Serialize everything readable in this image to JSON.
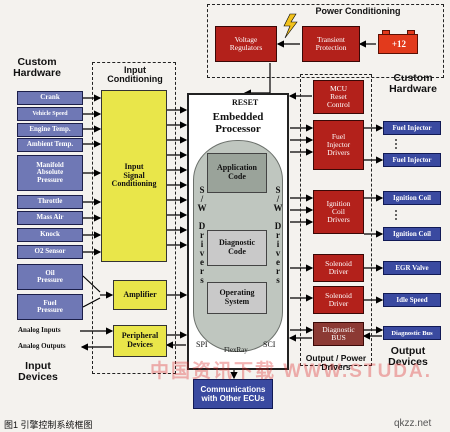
{
  "sections": {
    "power_conditioning": "Power Conditioning",
    "custom_hardware_left": "Custom\nHardware",
    "input_conditioning": "Input\nConditioning",
    "custom_hardware_right": "Custom\nHardware",
    "input_devices": "Input\nDevices",
    "output_devices": "Output\nDevices",
    "output_power_drivers": "Output / Power\nDrivers"
  },
  "power": {
    "voltage_regulators": "Voltage\nRegulators",
    "transient_protection": "Transient\nProtection",
    "battery": "+12"
  },
  "inputs": [
    "Crank",
    "Vehicle Speed",
    "Engine Temp.",
    "Ambient Temp.",
    "Manifold\nAbsolute\nPressure",
    "Throttle",
    "Mass Air",
    "Knock",
    "O2 Sensor"
  ],
  "pressure_inputs": [
    "Oil\nPressure",
    "Fuel\nPressure"
  ],
  "analog": {
    "inputs": "Analog Inputs",
    "outputs": "Analog Outputs"
  },
  "conditioning": {
    "input_signal": "Input\nSignal\nConditioning",
    "amplifier": "Amplifier",
    "peripheral": "Peripheral\nDevices"
  },
  "processor": {
    "reset": "RESET",
    "title": "Embedded\nProcessor",
    "sw_drivers_left": "S/W Drivers",
    "sw_drivers_right": "S/W Drivers",
    "application_code": "Application\nCode",
    "diagnostic_code": "Diagnostic\nCode",
    "operating_system": "Operating\nSystem",
    "spi": "SPI",
    "flexray": "FlexRay",
    "sci": "SCI"
  },
  "drivers": {
    "mcu_reset": "MCU\nReset\nControl",
    "fuel_injector": "Fuel\nInjector\nDrivers",
    "ignition_coil": "Ignition\nCoil\nDrivers",
    "solenoid1": "Solenoid\nDriver",
    "solenoid2": "Solenoid\nDriver",
    "diagnostic_bus": "Diagnostic\nBUS"
  },
  "outputs": {
    "fuel_injector_1": "Fuel Injector",
    "fuel_injector_2": "Fuel Injector",
    "ignition_coil_1": "Ignition Coil",
    "ignition_coil_2": "Ignition Coil",
    "egr_valve": "EGR Valve",
    "idle_speed": "Idle Speed",
    "diagnostic_bus": "Diagnostic Bus"
  },
  "communications": "Communications\nwith Other ECUs",
  "caption": "图1 引擎控制系统框图",
  "watermark": "中国资讯下载 WWW.STUDA.",
  "site": "qkzz.net",
  "colors": {
    "blue_in": "#6f78b5",
    "blue_out": "#3a4aa0",
    "red": "#b3211b",
    "yellow": "#e9e64a",
    "grey": "#c9c9c9"
  }
}
